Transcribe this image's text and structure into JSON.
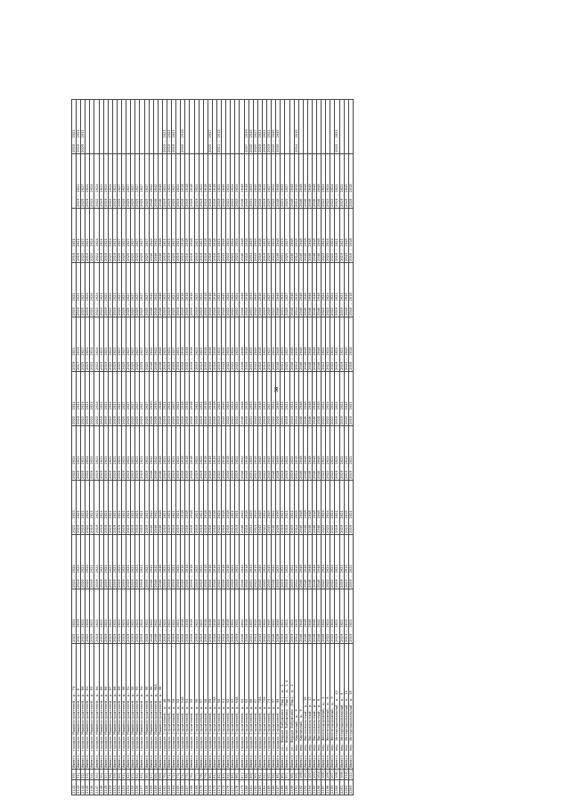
{
  "page_number": "36",
  "rows": [
    [
      "2142",
      "39)",
      "Ижевск, городок Машиностроителей, д. 74",
      "2022 - 2024",
      "2022 - 2024",
      "2022 - 2023",
      "2022 - 2024",
      "2022 - 2024",
      "2019 - 2021",
      "2019 - 2021",
      "2019 - 2021",
      "",
      "2019 - 2021"
    ],
    [
      "2143",
      "51)",
      "Ижевск, городок Машиностроителей, д. 8",
      "2017 - 2019",
      "2019 - 2021",
      "2019 - 2021",
      "2019 - 2021",
      "2019 - 2021",
      "2017 - 2019",
      "2019 - 2021",
      "2019 - 2021",
      "2019 - 2021",
      "2019 - 2021"
    ],
    [
      "2144",
      "52)",
      "Ижевск, городок Машиностроителей, д. 80",
      "2019 - 2021",
      "2020 - 2022",
      "2019 - 2021",
      "2019 - 2021",
      "2022 - 2024",
      "2025 - 2027",
      "2025 - 2027",
      "2025 - 2027",
      "2025 - 2027",
      "2029 - 2031"
    ],
    [
      "2145",
      "53)",
      "Ижевск, городок Машиностроителей, д. 81",
      "2022 - 2024",
      "2022 - 2024",
      "2022 - 2024",
      "2022 - 2024",
      "2019 - 2021",
      "2019 - 2021",
      "2019 - 2021",
      "2019 - 2021",
      "2019 - 2021",
      ""
    ],
    [
      "2146",
      "54)",
      "Ижевск, городок Машиностроителей, д. 83",
      "2019 - 2021",
      "2019 - 2021",
      "2019 - 2021",
      "2019 - 2021",
      "2022 - 2024",
      "2022 - 2024",
      "2022 - 2024",
      "2022 - 2024",
      "2022 - 2024",
      ""
    ],
    [
      "2147",
      "55)",
      "Ижевск, городок Машиностроителей, д. 84",
      "2019 - 2021",
      "2019 - 2021",
      "2019 - 2021",
      "2019 - 2021",
      "2022 - 2024",
      "2022 - 2024",
      "2022 - 2024",
      "2022 - 2024",
      "2022 - 2024",
      ""
    ],
    [
      "2148",
      "56)",
      "Ижевск, городок Машиностроителей, д. 85",
      "2019 - 2021",
      "2019 - 2021",
      "2019 - 2021",
      "2019 - 2021",
      "2019 - 2021",
      "2019 - 2021",
      "2019 - 2021",
      "2019 - 2021",
      "2019 - 2021",
      ""
    ],
    [
      "2149",
      "57)",
      "Ижевск, городок Машиностроителей, д. 86",
      "2019 - 2021",
      "2019 - 2021",
      "2019 - 2021",
      "2019 - 2021",
      "2019 - 2021",
      "2019 - 2021",
      "2019 - 2021",
      "2019 - 2021",
      "2019 - 2021",
      ""
    ],
    [
      "2150",
      "58)",
      "Ижевск, городок Машиностроителей, д. 87",
      "2019 - 2021",
      "2019 - 2021",
      "2019 - 2021",
      "2019 - 2021",
      "2022 - 2024",
      "2022 - 2024",
      "2022 - 2024",
      "2022 - 2024",
      "2022 - 2024",
      ""
    ],
    [
      "2151",
      "59)",
      "Ижевск, городок Машиностроителей, д. 88",
      "2019 - 2021",
      "2019 - 2021",
      "2019 - 2021",
      "2019 - 2021",
      "2019 - 2021",
      "2019 - 2021",
      "2019 - 2021",
      "2019 - 2021",
      "2019 - 2021",
      ""
    ],
    [
      "2152",
      "60)",
      "Ижевск, городок Машиностроителей, д. 89",
      "2019 - 2021",
      "2019 - 2021",
      "2019 - 2021",
      "2019 - 2021",
      "2025 - 2027",
      "2025 - 2027",
      "2025 - 2027",
      "2025 - 2027",
      "2025 - 2027",
      ""
    ],
    [
      "2153",
      "61)",
      "Ижевск, городок Машиностроителей, д. 90",
      "2019 - 2021",
      "2019 - 2021",
      "2019 - 2021",
      "2019 - 2021",
      "2025 - 2027",
      "2025 - 2027",
      "2025 - 2027",
      "2025 - 2027",
      "2025 - 2027",
      ""
    ],
    [
      "2154",
      "62)",
      "Ижевск, городок Машиностроителей, д. 91",
      "2019 - 2021",
      "2019 - 2021",
      "2019 - 2021",
      "2019 - 2021",
      "2025 - 2027",
      "2025 - 2027",
      "2025 - 2027",
      "2025 - 2027",
      "2025 - 2027",
      ""
    ],
    [
      "2155",
      "63)",
      "Ижевск, городок Машиностроителей, д. 92",
      "2019 - 2021",
      "2019 - 2021",
      "2019 - 2021",
      "2019 - 2021",
      "2025 - 2027",
      "2025 - 2027",
      "2025 - 2027",
      "2025 - 2027",
      "2025 - 2027",
      ""
    ],
    [
      "2156",
      "64)",
      "Ижевск, городок Машиностроителей, д. 93",
      "2019 - 2021",
      "2019 - 2021",
      "2019 - 2021",
      "2019 - 2021",
      "2025 - 2027",
      "2025 - 2027",
      "2025 - 2027",
      "2025 - 2027",
      "2025 - 2027",
      ""
    ],
    [
      "2157",
      "65)",
      "Ижевск, городок Машиностроителей, д. 94",
      "2019 - 2021",
      "2019 - 2021",
      "2019 - 2021",
      "2019 - 2021",
      "2025 - 2027",
      "2025 - 2027",
      "2025 - 2027",
      "2025 - 2027",
      "2025 - 2027",
      ""
    ],
    [
      "2158",
      "66)",
      "Ижевск, городок Машиностроителей, д. 95",
      "2019 - 2021",
      "2019 - 2021",
      "2019 - 2021",
      "2019 - 2021",
      "2025 - 2027",
      "2025 - 2027",
      "2025 - 2027",
      "2025 - 2027",
      "2025 - 2027",
      ""
    ],
    [
      "2159",
      "67)",
      "Ижевск, городок Машиностроителей, д. 96",
      "2040 - 2042",
      "2040 - 2042",
      "2040 - 2042",
      "2040 - 2042",
      "2028 - 2030",
      "2040 - 2042",
      "2040 - 2042",
      "2040 - 2042",
      "2040 - 2042",
      ""
    ],
    [
      "2160",
      "68)",
      "Ижевск, городок Машиностроителей, д. 96А",
      "2040 - 2042",
      "2040 - 2042",
      "2040 - 2042",
      "2040 - 2042",
      "2028 - 2030",
      "2040 - 2042",
      "2040 - 2042",
      "2040 - 2042",
      "2040 - 2042",
      ""
    ],
    [
      "2161",
      "69)",
      "Ижевск, городок Машиностроителей, д. 98",
      "2040 - 2042",
      "2046 - 2048",
      "2046 - 2048",
      "2046 - 2048",
      "2046 - 2048",
      "2046 - 2048",
      "2046 - 2048",
      "2046 - 2048",
      "2046 - 2048",
      ""
    ],
    [
      "2162",
      "70)",
      "Ижевск, городок Строителей, д. 46",
      "2019 - 2021",
      "2019 - 2021",
      "2019 - 2021",
      "2019 - 2021",
      "2019 - 2021",
      "2019 - 2021",
      "2019 - 2021",
      "2019 - 2021",
      "2019 - 2021",
      "2019 - 2021"
    ],
    [
      "2163",
      "71)",
      "Ижевск, городок Строителей, д. 48",
      "2019 - 2021",
      "2019 - 2021",
      "2019 - 2021",
      "2019 - 2021",
      "2019 - 2021",
      "2019 - 2021",
      "2019 - 2021",
      "2019 - 2021",
      "2019 - 2021",
      "2019 - 2021"
    ],
    [
      "2164",
      "72)",
      "Ижевск, городок Строителей, д. 50",
      "2019 - 2021",
      "2019 - 2021",
      "2019 - 2021",
      "2019 - 2021",
      "2025 - 2027",
      "2025 - 2027",
      "2025 - 2027",
      "2025 - 2027",
      "2025 - 2027",
      "2019 - 2021"
    ],
    [
      "2165",
      "73)",
      "Ижевск, городок Строителей, д. 52",
      "2019 - 2021",
      "2019 - 2021",
      "2019 - 2021",
      "2019 - 2021",
      "2019 - 2021",
      "2019 - 2021",
      "2019 - 2021",
      "2019 - 2021",
      "2019 - 2021",
      ""
    ],
    [
      "2166",
      "74)",
      "Ижевск, городок Строителей, д. 54А",
      "2016 - 2018",
      "2016 - 2018",
      "2016 - 2018",
      "2016 - 2018",
      "2016 - 2018",
      "2016 - 2018",
      "2016 - 2018",
      "2016 - 2018",
      "2016 - 2018",
      "2016 - 2018"
    ],
    [
      "2167",
      "75)",
      "Ижевск, городок Строителей, д. 54",
      "2016 - 2018",
      "2016 - 2018",
      "2016 - 2018",
      "2016 - 2018",
      "2016 - 2018",
      "2016 - 2018",
      "2016 - 2018",
      "2016 - 2018",
      "2016 - 2018",
      ""
    ],
    [
      "2168",
      "76)",
      "Ижевск, городок Строителей, д. 55",
      "2016 - 2018",
      "2016 - 2018",
      "2016 - 2018",
      "2016 - 2018",
      "2016 - 2018",
      "2016 - 2018",
      "2016 - 2018",
      "2016 - 2018",
      "2016 - 2018",
      ""
    ],
    [
      "2169",
      "77)",
      "Ижевск, городок Строителей, д. 56",
      "2019 - 2021",
      "2019 - 2021",
      "2019 - 2021",
      "2019 - 2021",
      "2019 - 2021",
      "2019 - 2021",
      "2019 - 2021",
      "2019 - 2021",
      "2019 - 2021",
      ""
    ],
    [
      "2170",
      "78)",
      "Ижевск, городок Строителей, д. 57",
      "2019 - 2021",
      "2019 - 2021",
      "2019 - 2021",
      "2019 - 2021",
      "2019 - 2021",
      "2019 - 2021",
      "2019 - 2021",
      "2019 - 2021",
      "2019 - 2021",
      ""
    ],
    [
      "2171",
      "79)",
      "Ижевск, городок Строителей, д. 58",
      "2016 - 2018",
      "2016 - 2018",
      "2016 - 2018",
      "2016 - 2018",
      "2016 - 2018",
      "2016 - 2018",
      "2016 - 2018",
      "2016 - 2018",
      "2016 - 2018",
      ""
    ],
    [
      "2172",
      "80)",
      "Ижевск, городок Строителей, д. 59",
      "2016 - 2018",
      "2016 - 2018",
      "2016 - 2018",
      "2016 - 2018",
      "2016 - 2018",
      "2016 - 2018",
      "2016 - 2018",
      "2016 - 2018",
      "2016 - 2018",
      "2025 - 2027"
    ],
    [
      "2173",
      "81)",
      "Ижевск, городок Строителей, д. 59А",
      "2016 - 2018",
      "2016 - 2018",
      "2016 - 2018",
      "2016 - 2018",
      "2016 - 2018",
      "2016 - 2018",
      "2016 - 2018",
      "2016 - 2018",
      "2016 - 2018",
      ""
    ],
    [
      "2174",
      "82)",
      "Ижевск, городок Строителей, д. 60",
      "2022 - 2024",
      "2022 - 2024",
      "2022 - 2024",
      "2022 - 2024",
      "2019 - 2021",
      "2019 - 2021",
      "2019 - 2021",
      "2019 - 2021",
      "2019 - 2021",
      "2011 - 2013"
    ],
    [
      "2175",
      "83)",
      "Ижевск, городок Строителей, д. 61",
      "2016 - 2018",
      "2016 - 2018",
      "2016 - 2018",
      "2016 - 2018",
      "2043 - 2045",
      "2043 - 2045",
      "2043 - 2045",
      "2043 - 2045",
      "2043 - 2045",
      ""
    ],
    [
      "2176",
      "84)",
      "Ижевск, городок Строителей, д. 62",
      "2016 - 2018",
      "2016 - 2018",
      "2016 - 2018",
      "2016 - 2018",
      "2022 - 2024",
      "2022 - 2024",
      "2022 - 2024",
      "2022 - 2024",
      "2022 - 2024",
      ""
    ],
    [
      "2177",
      "85)",
      "Ижевск, городок Строителей, д. 63",
      "2019 - 2021",
      "2019 - 2021",
      "2019 - 2021",
      "2019 - 2021",
      "2022 - 2024",
      "2022 - 2024",
      "2022 - 2024",
      "2022 - 2024",
      "2022 - 2024",
      ""
    ],
    [
      "2178",
      "86)",
      "Ижевск, городок Строителей, д. 64А",
      "2019 - 2021",
      "2019 - 2021",
      "2019 - 2021",
      "2019 - 2021",
      "2022 - 2024",
      "2022 - 2024",
      "2022 - 2024",
      "2022 - 2024",
      "2022 - 2024",
      ""
    ],
    [
      "2179",
      "87)",
      "Ижевск, городок Строителей, д. 64",
      "2040 - 2042",
      "2040 - 2042",
      "2040 - 2042",
      "2040 - 2042",
      "2046 - 2048",
      "2046 - 2048",
      "2046 - 2048",
      "2046 - 2048",
      "2046 - 2048",
      ""
    ],
    [
      "2180",
      "88)",
      "Ижевск, городок Строителей, д. 65",
      "2016 - 2018",
      "2016 - 2018",
      "2016 - 2018",
      "2016 - 2018",
      "2016 - 2018",
      "2016 - 2018",
      "2016 - 2018",
      "2016 - 2018",
      "2016 - 2018",
      "2037 - 2039"
    ],
    [
      "2181",
      "89)",
      "Ижевск, городок Строителей, д. 66",
      "2031 - 2033",
      "2031 - 2033",
      "2031 - 2033",
      "2031 - 2033",
      "2031 - 2033",
      "2031 - 2033",
      "2031 - 2033",
      "2031 - 2033",
      "2031 - 2033",
      "2043 - 2045"
    ],
    [
      "2182",
      "90)",
      "Ижевск, городок Строителей, д. 67",
      "2013 - 2015",
      "2013 - 2015",
      "2013 - 2015",
      "2013 - 2015",
      "2043 - 2045",
      "2043 - 2045",
      "2043 - 2045",
      "2043 - 2045",
      "2043 - 2045",
      "2025 - 2027"
    ],
    [
      "2183",
      "91)",
      "Ижевск, городок Строителей, д. 70А",
      "2043 - 2045",
      "2043 - 2045",
      "2043 - 2045",
      "2043 - 2045",
      "2016 - 2018",
      "2016 - 2018",
      "2016 - 2018",
      "2016 - 2018",
      "2016 - 2018",
      "2019 - 2021"
    ],
    [
      "2184",
      "92)",
      "Ижевск, городок Строителей, д. 72А",
      "2022 - 2024",
      "2022 - 2024",
      "2022 - 2024",
      "2022 - 2024",
      "2019 - 2021",
      "2019 - 2021",
      "2019 - 2021",
      "2019 - 2021",
      "2019 - 2021",
      "2019 - 2021"
    ],
    [
      "2185",
      "93)",
      "Ижевск, городок Строителей, д. 74",
      "2043 - 2045",
      "2043 - 2045",
      "2043 - 2045",
      "2043 - 2045",
      "2025 - 2027",
      "2025 - 2027",
      "2025 - 2027",
      "2025 - 2027",
      "2025 - 2027",
      "2019 - 2021"
    ],
    [
      "2186",
      "94)",
      "Ижевск, городок Строителей, д. 97",
      "2040 - 2042",
      "2040 - 2042",
      "2040 - 2042",
      "2040 - 2042",
      "2022 - 2024",
      "2022 - 2024",
      "2022 - 2024",
      "2022 - 2024",
      "2022 - 2024",
      "2043 - 2045"
    ],
    [
      "2187",
      "95)",
      "Ижевск, городок Строителей, д. 99",
      "2028 - 2030",
      "2019 - 2021",
      "2028 - 2030",
      "2028 - 2030",
      "2028 - 2030",
      "2040 - 2048",
      "2040 - 2048",
      "2040 - 2048",
      "2040 - 2048",
      "2043 - 2045"
    ],
    [
      "2188",
      "96)",
      "Ижевск, ул. Федора Бабушкина (Мир), д. 1",
      "2019 - 2021",
      "2019 - 2021",
      "2019 - 2021",
      "2019 - 2021",
      "2031 - 2033",
      "2031 - 2033",
      "2031 - 2033",
      "2031 - 2033",
      "2031 - 2033",
      ""
    ],
    [
      "2189",
      "97)",
      "Ижевск, ул. Федора Бабушкина (Мир), д. 1 А",
      "2019 - 2021",
      "2019 - 2021",
      "2019 - 2021",
      "2019 - 2021",
      "2019 - 2021",
      "2025 - 2027",
      "2025 - 2027",
      "2025 - 2027",
      "2025 - 2027",
      ""
    ],
    [
      "2190",
      "98)",
      "Ижевск, ул. Федора Бабушкина (Мир), д. 2",
      "2019 - 2021",
      "2019 - 2021",
      "2019 - 2021",
      "2019 - 2021",
      "2019 - 2021",
      "2040 - 2048",
      "2040 - 2048",
      "2040 - 2048",
      "2040 - 2048",
      ""
    ],
    [
      "2191",
      "99)",
      "Ижевск, пер. Кирпичный, д. 9",
      "2014 - 2015",
      "2014 - 2015",
      "2014 - 2015",
      "2014 - 2015",
      "2014 - 2015",
      "2014 - 2015",
      "2014 - 2015",
      "2014 - 2015",
      "2014 - 2015",
      "2014 - 2015"
    ],
    [
      "2192",
      "100)",
      "Ижевск, пер. Кирпичный, д. 9",
      "2046 - 2048",
      "2046 - 2048",
      "2046 - 2048",
      "2046 - 2048",
      "2046 - 2048",
      "2046 - 2048",
      "2046 - 2048",
      "2046 - 2048",
      "2046 - 2048",
      ""
    ],
    [
      "2193",
      "101)",
      "Ижевск, пер. Высоковольтный, д. 16",
      "2046 - 2048",
      "2046 - 2048",
      "2046 - 2048",
      "2046 - 2048",
      "2046 - 2048",
      "2046 - 2048",
      "2046 - 2048",
      "2046 - 2048",
      "2046 - 2048",
      ""
    ],
    [
      "2194",
      "102)",
      "Ижевск, пер. Высоковольтный, д. 17",
      "2046 - 2048",
      "2046 - 2048",
      "2046 - 2048",
      "2046 - 2048",
      "2046 - 2048",
      "2046 - 2048",
      "2046 - 2048",
      "2046 - 2048",
      "2046 - 2048",
      ""
    ],
    [
      "2195",
      "103)",
      "Ижевск, пер. Высоковольтный, д. 8",
      "2046 - 2048",
      "2046 - 2048",
      "2046 - 2048",
      "2046 - 2048",
      "2046 - 2048",
      "2046 - 2048",
      "2046 - 2048",
      "2046 - 2048",
      "2046 - 2048",
      ""
    ],
    [
      "2196",
      "104)",
      "Ижевск, пер. Высоковольтный, д. 6",
      "2040 - 2042",
      "2046 - 2048",
      "2046 - 2048",
      "2046 - 2048",
      "2028 - 2030",
      "2046 - 2048",
      "2046 - 2048",
      "2046 - 2048",
      "2046 - 2048",
      ""
    ],
    [
      "2197",
      "105)",
      "Ижевск, пер. Железнодорожный, д. 3",
      "2040 - 2042",
      "2022 - 2024",
      "2022 - 2024",
      "2022 - 2024",
      "2022 - 2024",
      "2022 - 2024",
      "2022 - 2024",
      "2022 - 2024",
      "2022 - 2024",
      ""
    ],
    [
      "2198",
      "106)",
      "Ижевск, пер. Железнодорожный, д. 8",
      "2022 - 2024",
      "2022 - 2024",
      "2022 - 2024",
      "2022 - 2024",
      "2022 - 2024",
      "2022 - 2024",
      "2022 - 2024",
      "2022 - 2024",
      "2022 - 2024",
      ""
    ],
    [
      "2199",
      "107)",
      "Ижевск, пер. Железнодорожный, д. 9",
      "2022 - 2024",
      "2022 - 2024",
      "2022 - 2024",
      "2022 - 2024",
      "2022 - 2024",
      "2022 - 2024",
      "2022 - 2024",
      "2022 - 2024",
      "2022 - 2024",
      ""
    ],
    [
      "2200",
      "108)",
      "Ижевск, пер. Интернациональный, д. 42",
      "2019 - 2021",
      "2019 - 2021",
      "2019 - 2021",
      "2019 - 2021",
      "2019 - 2021",
      "2019 - 2021",
      "2019 - 2021",
      "2019 - 2021",
      "2019 - 2021",
      "2019 - 2021"
    ],
    [
      "2201",
      "109)",
      "Ижевск, пер. Интернациональный, д. 8",
      "2019 - 2021",
      "2019 - 2021",
      "2019 - 2021",
      "2019 - 2021",
      "2019 - 2021",
      "2019 - 2021",
      "2019 - 2021",
      "2019 - 2021",
      "2019 - 2021",
      ""
    ],
    [
      "2202",
      "110)",
      "Ижевск, пер. Интернациональный, д. 11",
      "2013 - 2015",
      "2013 - 2015",
      "2013 - 2015",
      "2013 - 2015",
      "2043 - 2045",
      "2043 - 2045",
      "2043 - 2045",
      "2043 - 2045",
      "2043 - 2045",
      ""
    ],
    [
      "2203",
      "111)",
      "Ижевск, пер. Интернациональный, д. 15",
      "2019 - 2021",
      "2019 - 2021",
      "2019 - 2021",
      "2019 - 2021",
      "2019 - 2021",
      "2016 - 2018",
      "2016 - 2018",
      "2016 - 2018",
      "2016 - 2018",
      ""
    ]
  ]
}
